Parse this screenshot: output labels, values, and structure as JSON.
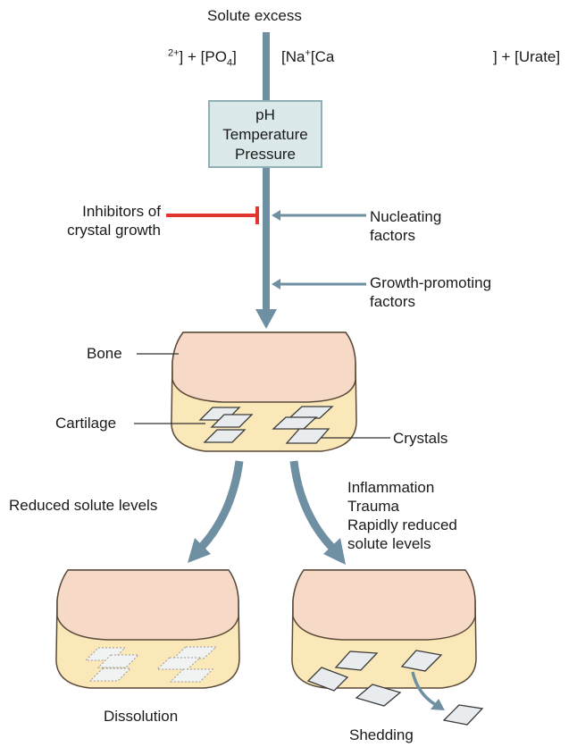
{
  "top_label": "Solute excess",
  "solutes": {
    "left_sup": "2+",
    "left_main": "] + [PO",
    "left_sub": "4",
    "left_close": "]",
    "middle_main": "[Na",
    "middle_sup": "+",
    "middle_tail": "[Ca",
    "right": "] + [Urate]"
  },
  "conditions_box": [
    "pH",
    "Temperature",
    "Pressure"
  ],
  "inhibitor_label": [
    "Inhibitors of",
    "crystal growth"
  ],
  "nucleating_label": [
    "Nucleating",
    "factors"
  ],
  "growth_label": [
    "Growth-promoting",
    "factors"
  ],
  "joint_labels": {
    "bone": "Bone",
    "cartilage": "Cartilage",
    "crystals": "Crystals"
  },
  "left_path_label": "Reduced solute levels",
  "right_path_labels": [
    "Inflammation",
    "Trauma",
    "Rapidly reduced",
    "solute levels"
  ],
  "outcome_left": "Dissolution",
  "outcome_right": "Shedding",
  "colors": {
    "arrow": "#6f8fa3",
    "inhibitor": "#e2352c",
    "bone": "#f6d9c6",
    "cartilage": "#fbe8b8",
    "outline": "#5a4a3a",
    "box_fill": "#dbe9ea"
  }
}
